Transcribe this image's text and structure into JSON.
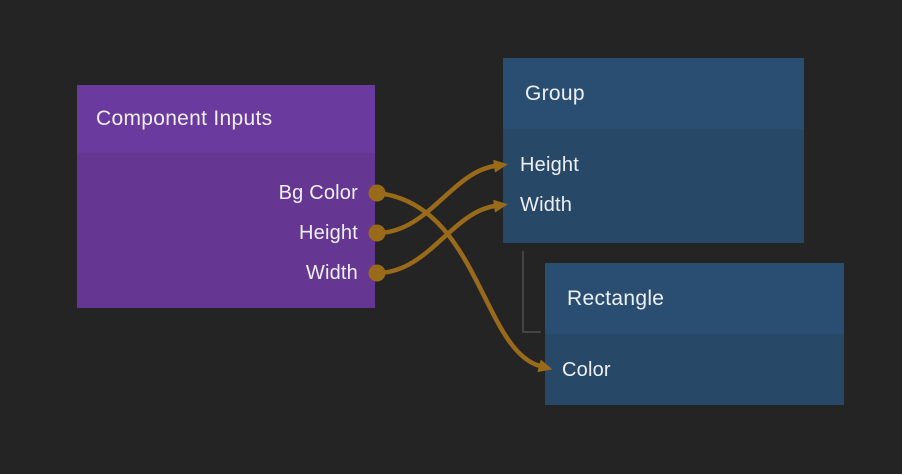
{
  "canvas": {
    "background": "#242424"
  },
  "palette": {
    "edge_color": "#9a6a1b",
    "port_dot_color": "#9a6a1b",
    "hierarchy_line_color": "#4f4f4f",
    "purple_node_header": "#6b3a9e",
    "purple_node_body": "#653792",
    "blue_node_header": "#2a4e72",
    "blue_node_body": "#284868",
    "text_color": "#edeff4"
  },
  "nodes": [
    {
      "title": "Component Inputs",
      "outputs": [
        "Bg Color",
        "Height",
        "Width"
      ]
    },
    {
      "title": "Group",
      "inputs": [
        "Height",
        "Width"
      ]
    },
    {
      "title": "Rectangle",
      "inputs": [
        "Color"
      ]
    }
  ],
  "connections": [
    {
      "from": "Component Inputs.Height",
      "to": "Group.Height"
    },
    {
      "from": "Component Inputs.Width",
      "to": "Group.Width"
    },
    {
      "from": "Component Inputs.Bg Color",
      "to": "Rectangle.Color"
    }
  ],
  "hierarchy": [
    {
      "parent": "Group",
      "child": "Rectangle"
    }
  ]
}
